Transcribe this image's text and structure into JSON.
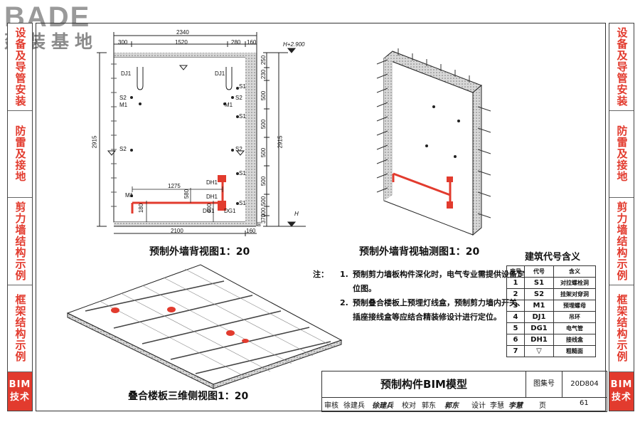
{
  "logo": {
    "en": "BADE",
    "cn": "建装基地"
  },
  "tabs_left": [
    "设备及导管安装",
    "防雷及接地",
    "剪力墙结构示例",
    "框架结构示例",
    "BIM技术"
  ],
  "tabs_right": [
    "设备及导管安装",
    "防雷及接地",
    "剪力墙结构示例",
    "框架结构示例",
    "BIM技术"
  ],
  "captions": {
    "elevation": "预制外墙背视图1：20",
    "axon": "预制外墙背视轴测图1：20",
    "slab": "叠合楼板三维侧视图1：20"
  },
  "dims": {
    "top_total": "2340",
    "top_a": "300",
    "top_b": "1520",
    "top_c": "280",
    "top_d": "160",
    "bottom_a": "2100",
    "bottom_b": "160",
    "left_h": "2915",
    "right_h": "2915",
    "right_seg": [
      "250",
      "230",
      "500",
      "500",
      "500",
      "500",
      "500",
      "300",
      "370",
      "80"
    ],
    "elev_top": "H+2.900",
    "elev_bottom": "H",
    "conduit_w": "1275",
    "dim_180": "180",
    "dim_580": "580",
    "dim_400": "400"
  },
  "labels": {
    "dj1": "DJ1",
    "s1": "S1",
    "s2": "S2",
    "m1": "M1",
    "dh1": "DH1",
    "dg1": "DG1"
  },
  "notes": {
    "label": "注：",
    "items": [
      {
        "num": "1.",
        "text": "预制剪力墙板构件深化时，电气专业需提供设备定位图。"
      },
      {
        "num": "2.",
        "text": "预制叠合楼板上预埋灯线盒，预制剪力墙内开关、插座接线盒等应结合精装修设计进行定位。"
      }
    ]
  },
  "legend": {
    "title": "建筑代号含义",
    "headers": [
      "序号",
      "代号",
      "含义"
    ],
    "rows": [
      [
        "1",
        "S1",
        "对拉螺栓洞"
      ],
      [
        "2",
        "S2",
        "挂架对穿洞"
      ],
      [
        "3",
        "M1",
        "预埋螺母"
      ],
      [
        "4",
        "DJ1",
        "吊环"
      ],
      [
        "5",
        "DG1",
        "电气管"
      ],
      [
        "6",
        "DH1",
        "接线盒"
      ],
      [
        "7",
        "▽",
        "粗糙面"
      ]
    ]
  },
  "titleblock": {
    "title": "预制构件BIM模型",
    "atlas_label": "图集号",
    "atlas_no": "20D804",
    "page_label": "页",
    "page_no": "61",
    "review_label": "审核",
    "reviewer": "徐建兵",
    "check_label": "校对",
    "checker": "郭东",
    "design_label": "设计",
    "designer": "李慧"
  },
  "colors": {
    "accent": "#e23b2e",
    "line": "#222222",
    "logo": "#9a9a9a"
  }
}
